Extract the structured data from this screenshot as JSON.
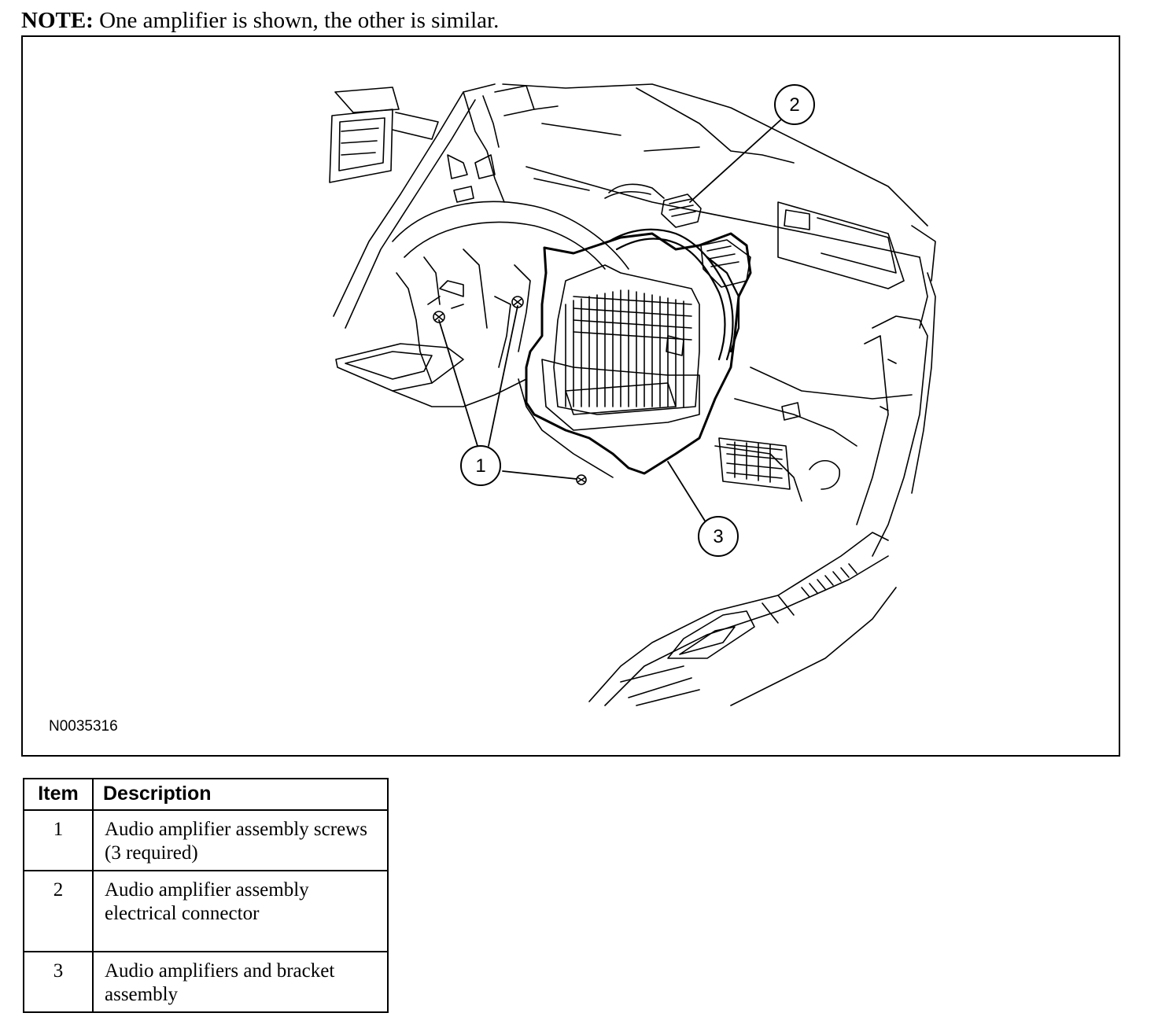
{
  "note": {
    "label": "NOTE:",
    "text": "One amplifier is shown, the other is similar."
  },
  "figure": {
    "id": "N0035316",
    "callouts": [
      "1",
      "2",
      "3"
    ]
  },
  "table": {
    "headers": [
      "Item",
      "Description"
    ],
    "rows": [
      {
        "item": "1",
        "description": "Audio amplifier assembly screws (3 required)"
      },
      {
        "item": "2",
        "description": "Audio amplifier assembly electrical connector"
      },
      {
        "item": "3",
        "description": "Audio amplifiers and bracket assembly"
      }
    ]
  }
}
